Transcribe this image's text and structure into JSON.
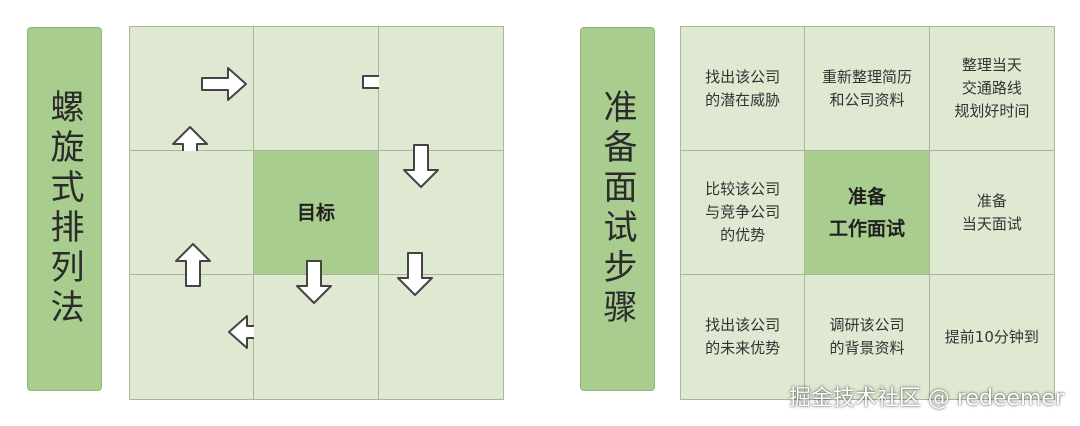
{
  "left": {
    "label": "螺旋式排列法",
    "center": "目标"
  },
  "right": {
    "label": "准备面试步骤",
    "cells": [
      "找出该公司\n的潜在威胁",
      "重新整理简历\n和公司资料",
      "整理当天\n交通路线\n规划好时间",
      "比较该公司\n与竞争公司\n的优势",
      "准备\n工作面试",
      "准备\n当天面试",
      "找出该公司\n的未来优势",
      "调研该公司\n的背景资料",
      "提前10分钟到"
    ]
  },
  "watermark": "掘金技术社区 @ redeemer",
  "arrows": [
    "arrow-right-icon",
    "arrow-up-icon",
    "arrow-down-icon",
    "arrow-left-icon"
  ],
  "colors": {
    "cell_fill": "#dfe9d2",
    "center_fill": "#a9cc8f",
    "grid_line": "#a9b59c"
  }
}
